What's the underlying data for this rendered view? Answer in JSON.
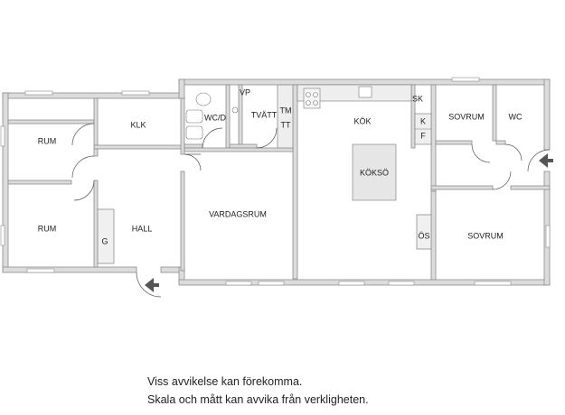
{
  "rooms": {
    "rum_top": "RUM",
    "klk": "KLK",
    "rum_bottom": "RUM",
    "hall": "HALL",
    "g": "G",
    "wcd": "WC/D",
    "vp": "VP",
    "tvatt": "TVÄTT",
    "tm": "TM",
    "tt": "TT",
    "vardagsrum": "VARDAGSRUM",
    "kok": "KÖK",
    "sk": "SK",
    "k": "K",
    "f": "F",
    "koksö": "KÖKSÖ",
    "os": "ÖS",
    "sovrum_top": "SOVRUM",
    "wc": "WC",
    "sovrum_bottom": "SOVRUM"
  },
  "disclaimer": {
    "line1": "Viss avvikelse kan förekomma.",
    "line2": "Skala och mått kan avvika från verkligheten."
  },
  "colors": {
    "wall": "#d9d9d9",
    "wall_outline": "#8a8a8a",
    "fixture": "#eeeeee"
  }
}
